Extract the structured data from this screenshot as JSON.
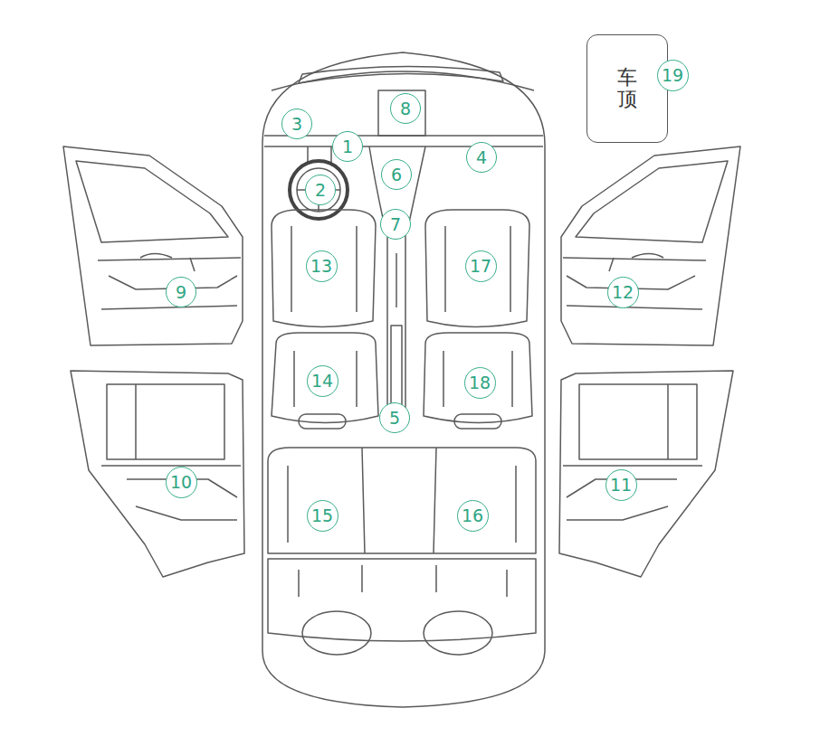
{
  "diagram": {
    "nodes": [
      {
        "text": [
          "1"
        ]
      },
      {
        "text": [
          "2"
        ]
      },
      {
        "text": [
          "3"
        ]
      },
      {
        "text": [
          "4"
        ]
      },
      {
        "text": [
          "5"
        ]
      },
      {
        "text": [
          "6"
        ]
      },
      {
        "text": [
          "7"
        ]
      },
      {
        "text": [
          "8"
        ]
      },
      {
        "text": [
          "9"
        ]
      },
      {
        "text": [
          "10"
        ]
      },
      {
        "text": [
          "11"
        ]
      },
      {
        "text": [
          "12"
        ]
      },
      {
        "text": [
          "13"
        ]
      },
      {
        "text": [
          "14"
        ]
      },
      {
        "text": [
          "15"
        ]
      },
      {
        "text": [
          "16"
        ]
      },
      {
        "text": [
          "17"
        ]
      },
      {
        "text": [
          "18"
        ]
      },
      {
        "text": [
          "车顶"
        ]
      },
      {
        "text": [
          "19"
        ]
      }
    ]
  }
}
